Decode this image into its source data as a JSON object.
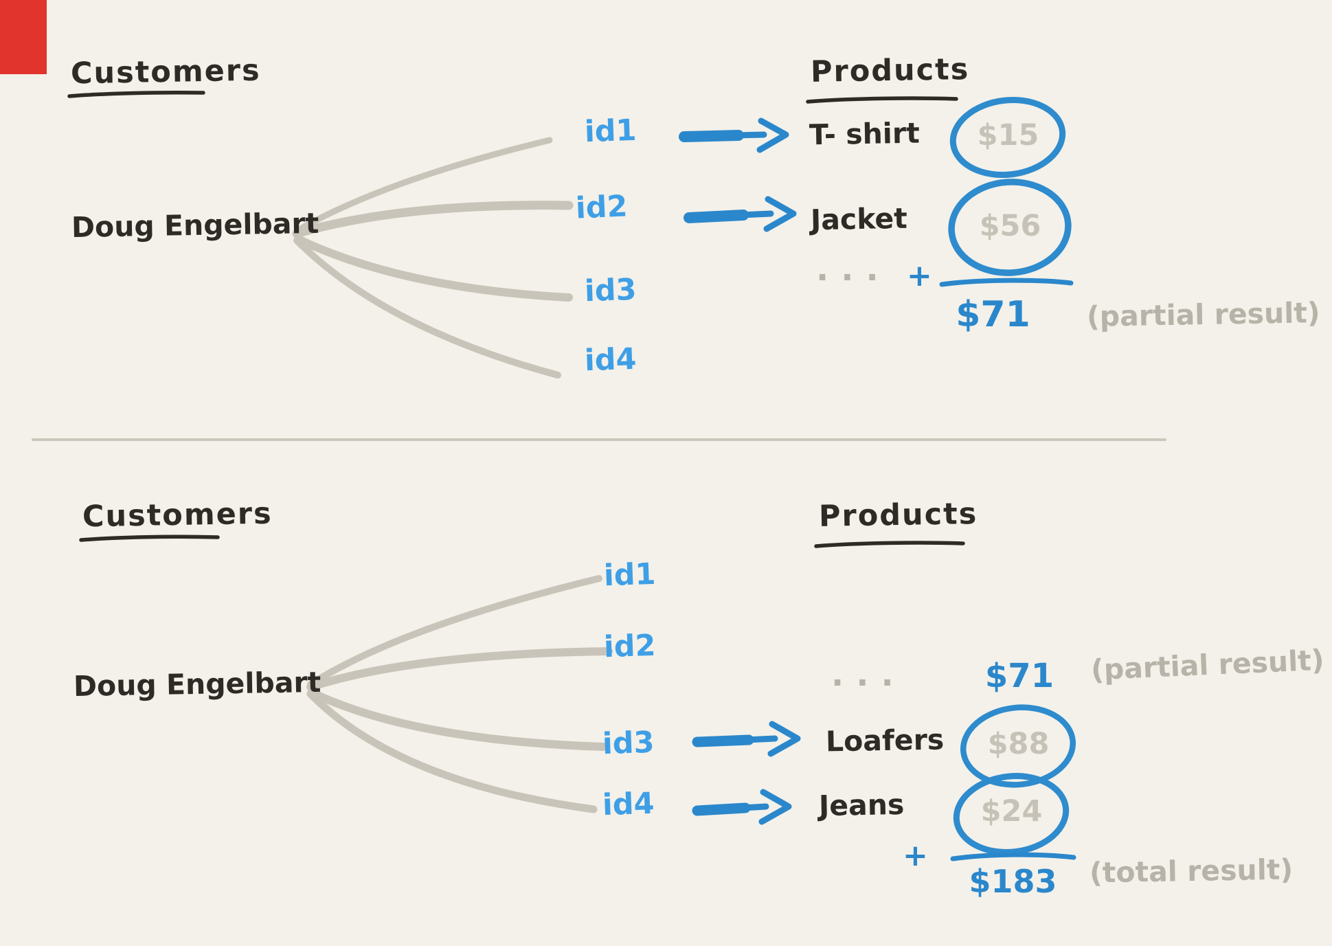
{
  "palette": {
    "background": "#f3f1ea",
    "ink": "#2e2b26",
    "id_blue": "#3f9fe6",
    "stroke_blue": "#2b87cb",
    "branch_gray": "#c9c4b9",
    "muted_gray": "#b7b3a8",
    "price_gray": "#c6c2b7",
    "divider_gray": "#cbc7bc",
    "corner_red": "#e1342d"
  },
  "top": {
    "customers_heading": "Customers",
    "customer_name": "Doug Engelbart",
    "products_heading": "Products",
    "ids": [
      "id1",
      "id2",
      "id3",
      "id4"
    ],
    "matches": [
      {
        "id": "id1",
        "product": "T- shirt",
        "price": "$15"
      },
      {
        "id": "id2",
        "product": "Jacket",
        "price": "$56"
      }
    ],
    "ellipsis": "...",
    "plus_sign": "+",
    "partial_sum": "$71",
    "partial_note": "(partial result)"
  },
  "bottom": {
    "customers_heading": "Customers",
    "customer_name": "Doug Engelbart",
    "products_heading": "Products",
    "ids": [
      "id1",
      "id2",
      "id3",
      "id4"
    ],
    "ellipsis": "...",
    "carried_partial_sum": "$71",
    "partial_note": "(partial result)",
    "matches": [
      {
        "id": "id3",
        "product": "Loafers",
        "price": "$88"
      },
      {
        "id": "id4",
        "product": "Jeans",
        "price": "$24"
      }
    ],
    "plus_sign": "+",
    "total_sum": "$183",
    "total_note": "(total result)"
  }
}
